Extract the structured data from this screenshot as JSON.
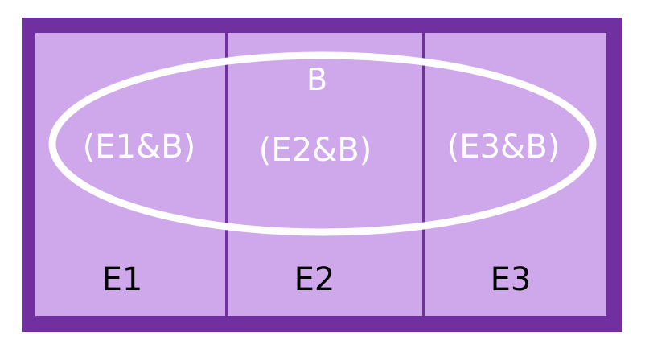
{
  "diagram": {
    "partitions": [
      {
        "id": "E1",
        "label": "E1",
        "intersection_label": "(E1&B)"
      },
      {
        "id": "E2",
        "label": "E2",
        "intersection_label": "(E2&B)"
      },
      {
        "id": "E3",
        "label": "E3",
        "intersection_label": "(E3&B)"
      }
    ],
    "event_label": "B",
    "colors": {
      "border": "#7030A0",
      "fill": "#CFA8EC",
      "divider": "#7030A0",
      "ellipse": "#FFFFFF",
      "inside_text": "#FFFFFF",
      "outside_text": "#000000"
    }
  }
}
